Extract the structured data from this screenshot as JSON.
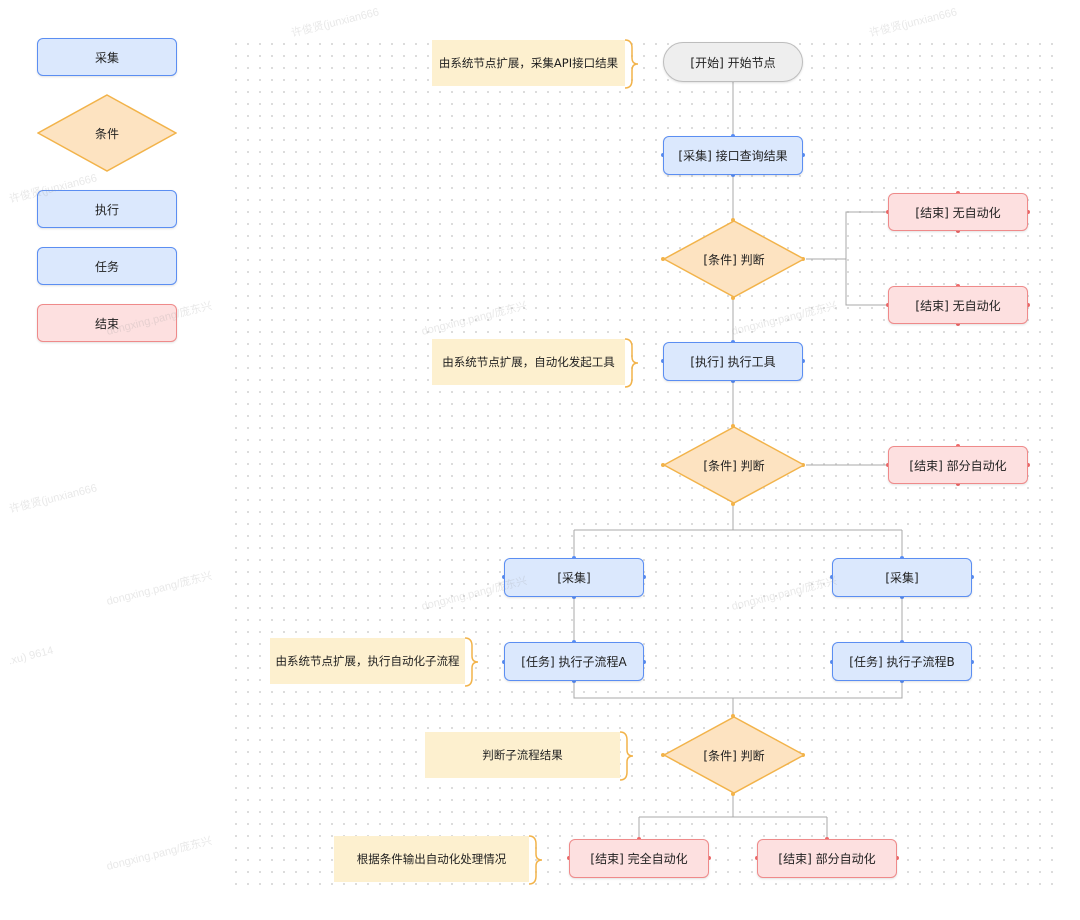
{
  "legend": {
    "collect": "采集",
    "condition": "条件",
    "execute": "执行",
    "task": "任务",
    "end": "结束"
  },
  "flow": {
    "start": "[开始] 开始节点",
    "collect_api": "[采集] 接口查询结果",
    "cond1": "[条件] 判断",
    "end_no_auto_1": "[结束] 无自动化",
    "end_no_auto_2": "[结束] 无自动化",
    "exec_tool": "[执行] 执行工具",
    "cond2": "[条件] 判断",
    "end_partial_1": "[结束] 部分自动化",
    "collect_a": "[采集]",
    "collect_b": "[采集]",
    "task_a": "[任务] 执行子流程A",
    "task_b": "[任务] 执行子流程B",
    "cond3": "[条件] 判断",
    "end_full": "[结束] 完全自动化",
    "end_partial_2": "[结束] 部分自动化"
  },
  "notes": {
    "note_api": "由系统节点扩展，采集API接口结果",
    "note_tool": "由系统节点扩展，自动化发起工具",
    "note_subflow": "由系统节点扩展，执行自动化子流程",
    "note_judge": "判断子流程结果",
    "note_output": "根据条件输出自动化处理情况"
  },
  "watermark": {
    "line1": "许俊贤(junxian666",
    "line2": ".xu) 9614",
    "line3": "dongxing.pang/庞东兴"
  },
  "colors": {
    "blue_fill": "#dbe8fd",
    "blue_border": "#5b8ef2",
    "orange_fill": "#fde3c1",
    "orange_border": "#f2b34a",
    "red_fill": "#fde0e0",
    "red_border": "#ef8a8a",
    "gray_fill": "#eeeeee",
    "note_fill": "#fdf0cf"
  }
}
